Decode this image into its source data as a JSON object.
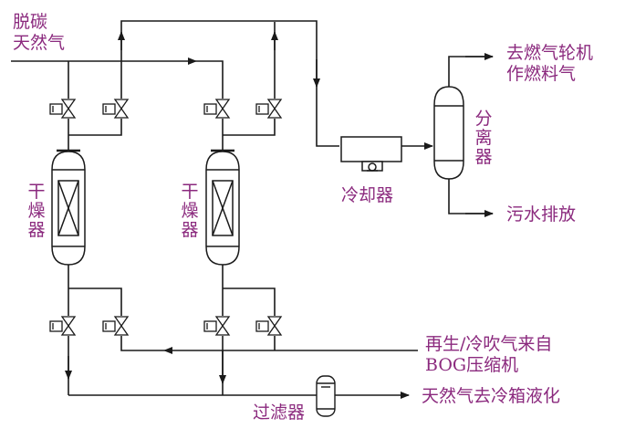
{
  "colors": {
    "line": "#1a1a1a",
    "label": "#8b2a7e",
    "background": "#ffffff"
  },
  "labels": {
    "feed_line1": "脱碳",
    "feed_line2": "天然气",
    "dryer_left": [
      "干",
      "燥",
      "器"
    ],
    "dryer_right": [
      "干",
      "燥",
      "器"
    ],
    "cooler": "冷却器",
    "separator": [
      "分",
      "离",
      "器"
    ],
    "turbine_line1": "去燃气轮机",
    "turbine_line2": "作燃料气",
    "wastewater": "污水排放",
    "regen_line1": "再生/冷吹气来自",
    "regen_line2": "BOG压缩机",
    "filter": "过滤器",
    "to_coldbox": "天然气去冷箱液化"
  },
  "icons": [
    "valve-icon",
    "actuator-icon",
    "flow-arrow-icon"
  ]
}
